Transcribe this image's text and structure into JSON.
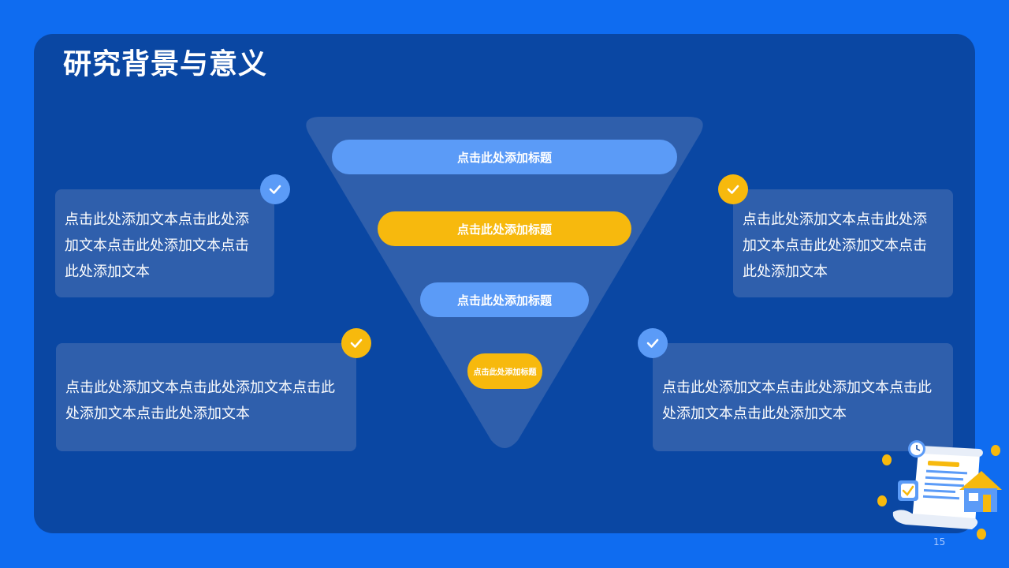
{
  "slide": {
    "title": "研究背景与意义",
    "page_number": "15"
  },
  "funnel": {
    "levels": [
      {
        "label": "点击此处添加标题",
        "color": "#5b9bf7"
      },
      {
        "label": "点击此处添加标题",
        "color": "#f7b90d"
      },
      {
        "label": "点击此处添加标题",
        "color": "#5b9bf7"
      },
      {
        "label": "点击此处添加标题",
        "color": "#f7b90d"
      }
    ]
  },
  "cards": [
    {
      "lines": [
        "点击此处添加文本点击此处添",
        "加文本点击此处添加文本点击",
        "此处添加文本"
      ],
      "check_color": "#5b9bf7"
    },
    {
      "lines": [
        "点击此处添加文本点击此处添",
        "加文本点击此处添加文本点击",
        "此处添加文本"
      ],
      "check_color": "#f7b90d"
    },
    {
      "lines": [
        "点击此处添加文本点击此处添加文本点击此",
        "处添加文本点击此处添加文本"
      ],
      "check_color": "#f7b90d"
    },
    {
      "lines": [
        "点击此处添加文本点击此处添加文本点击此",
        "处添加文本点击此处添加文本"
      ],
      "check_color": "#5b9bf7"
    }
  ],
  "icons": {
    "check": "check-icon",
    "illustration": "document-house-illustration"
  },
  "colors": {
    "background": "#0f6cf0",
    "panel": "#0a47a3",
    "accent_blue": "#5b9bf7",
    "accent_yellow": "#f7b90d"
  }
}
